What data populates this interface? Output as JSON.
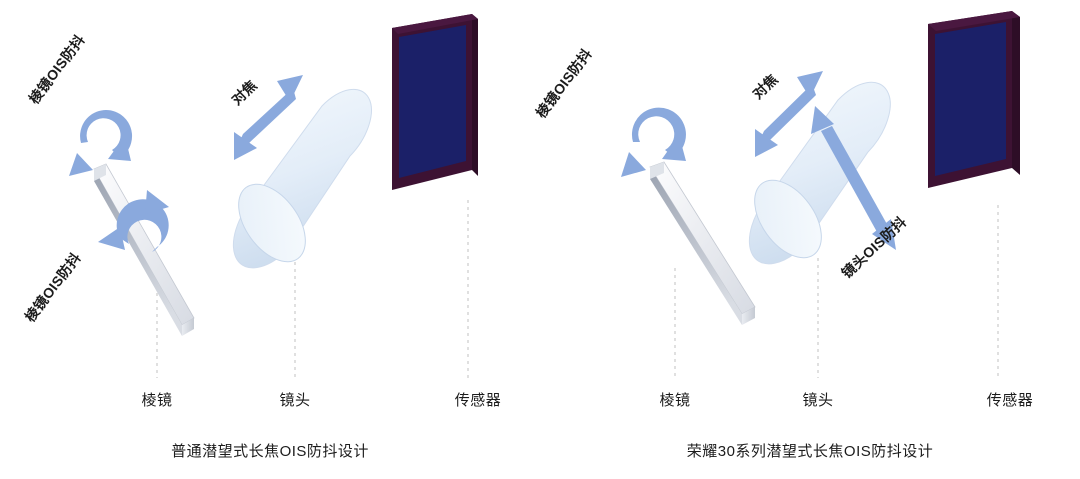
{
  "figure": {
    "background_color": "#ffffff",
    "accent_arrow_color": "#8aa9dd",
    "sensor_fill_color": "#1b2068",
    "sensor_edge_color": "#3d1233",
    "prism_color": "#b9bfc9",
    "lens_color": "#e2ecf7",
    "leader_line_color": "#cccccc",
    "text_color": "#1c1c1c"
  },
  "panels": [
    {
      "id": "ordinary-periscope",
      "caption": "普通潜望式长焦OIS防抖设计",
      "part_labels": [
        {
          "name": "prism",
          "text": "棱镜"
        },
        {
          "name": "lens",
          "text": "镜头"
        },
        {
          "name": "sensor",
          "text": "传感器"
        }
      ],
      "annotations": [
        {
          "name": "prism-ois-upper",
          "text": "棱镜OIS防抖"
        },
        {
          "name": "prism-ois-lower",
          "text": "棱镜OIS防抖"
        },
        {
          "name": "focus",
          "text": "对焦"
        }
      ]
    },
    {
      "id": "honor30-periscope",
      "caption": "荣耀30系列潜望式长焦OIS防抖设计",
      "part_labels": [
        {
          "name": "prism",
          "text": "棱镜"
        },
        {
          "name": "lens",
          "text": "镜头"
        },
        {
          "name": "sensor",
          "text": "传感器"
        }
      ],
      "annotations": [
        {
          "name": "prism-ois",
          "text": "棱镜OIS防抖"
        },
        {
          "name": "lens-ois",
          "text": "镜头OIS防抖"
        },
        {
          "name": "focus",
          "text": "对焦"
        }
      ]
    }
  ]
}
